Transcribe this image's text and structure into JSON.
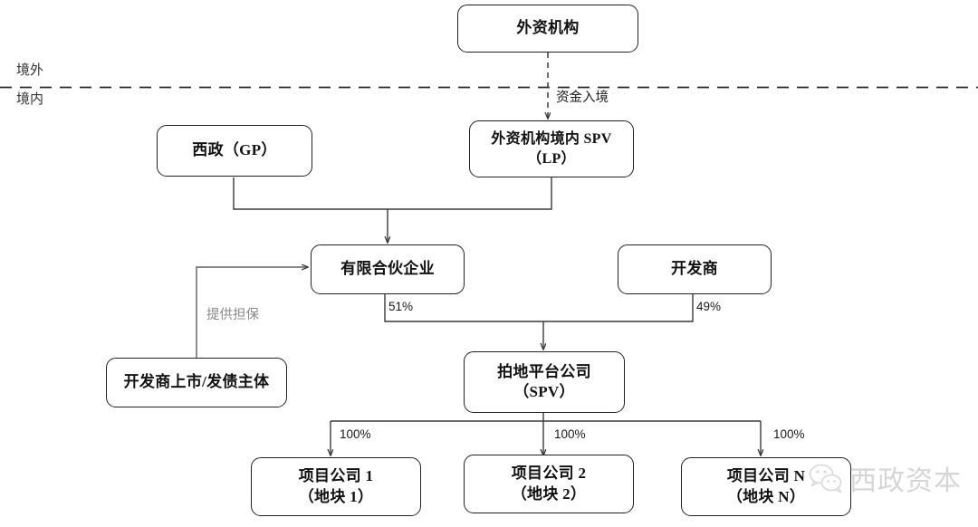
{
  "diagram": {
    "title_zone_labels": {
      "offshore": "境外",
      "onshore": "境内"
    },
    "nodes": {
      "foreign_institution": {
        "line1": "外资机构"
      },
      "onshore_spv": {
        "line1": "外资机构境内 SPV",
        "line2": "（LP）"
      },
      "xizheng_gp": {
        "line1": "西政（GP）"
      },
      "limited_partnership": {
        "line1": "有限合伙企业"
      },
      "developer": {
        "line1": "开发商"
      },
      "developer_listed_entity": {
        "line1": "开发商上市/发债主体"
      },
      "bidding_platform": {
        "line1": "拍地平台公司",
        "line2": "（SPV）"
      },
      "project_company_1": {
        "line1": "项目公司 1",
        "line2": "（地块 1）"
      },
      "project_company_2": {
        "line1": "项目公司 2",
        "line2": "（地块 2）"
      },
      "project_company_n": {
        "line1": "项目公司 N",
        "line2": "（地块 N）"
      }
    },
    "edge_labels": {
      "capital_inflow": "资金入境",
      "provide_guarantee": "提供担保",
      "share_51": "51%",
      "share_49": "49%",
      "share_100_a": "100%",
      "share_100_b": "100%",
      "share_100_c": "100%"
    },
    "watermark": {
      "text": "西政资本",
      "icon": "wechat-icon"
    },
    "colors": {
      "border": "#222222",
      "line": "#3a3a3a",
      "muted_text": "#8a8a8a",
      "watermark": "#b9b9b9",
      "background": "#ffffff"
    }
  }
}
